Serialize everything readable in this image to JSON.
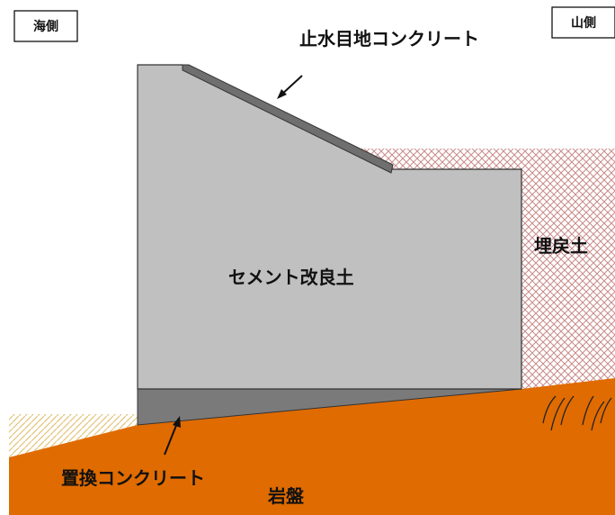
{
  "labels": {
    "sea_side": "海側",
    "mountain_side": "山側",
    "waterstop_concrete": "止水目地コンクリート",
    "backfill": "埋戻土",
    "cement_soil": "セメント改良土",
    "replacement_concrete": "置換コンクリート",
    "bedrock": "岩盤"
  },
  "colors": {
    "cement_soil": "#c0c0c0",
    "replacement_concrete": "#7a7a7a",
    "bedrock": "#e06b00",
    "backfill_hatch": "#c98a8a",
    "sand_hatch": "#e2c47a",
    "outline": "#333333"
  }
}
